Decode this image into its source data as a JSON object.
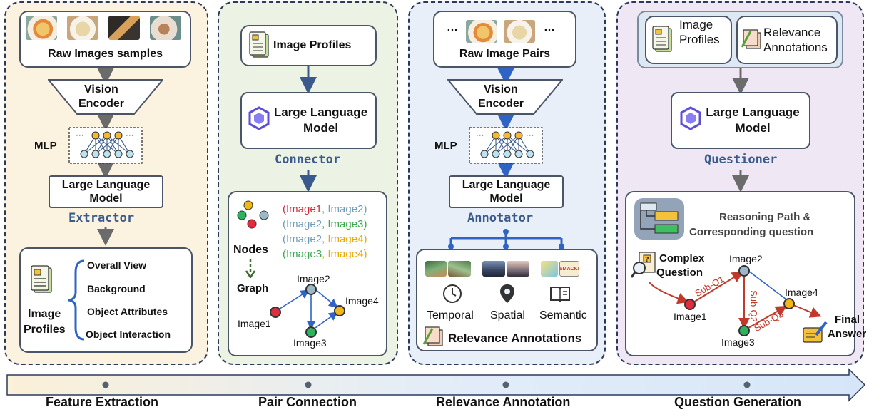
{
  "colors": {
    "panel1_bg": "#fbf3e0",
    "panel2_bg": "#ecf2e4",
    "panel3_bg": "#e8eff8",
    "panel4_bg": "#efe8f4",
    "border": "#2b3a5c",
    "role": "#3a5a8c",
    "red": "#c0392b"
  },
  "panel1": {
    "raw_samples": "Raw Images samples",
    "encoder": [
      "Vision",
      "Encoder"
    ],
    "mlp": "MLP",
    "llm": [
      "Large Language",
      "Model"
    ],
    "role": "Extractor",
    "profiles_title": [
      "Image",
      "Profiles"
    ],
    "profile_items": [
      "Overall View",
      "Background",
      "Object Attributes",
      "Object Interaction"
    ]
  },
  "panel2": {
    "image_profiles": "Image Profiles",
    "llm": [
      "Large Language",
      "Model"
    ],
    "role": "Connector",
    "pairs": [
      {
        "a": "Image1",
        "b": "Image2",
        "ca": "#d6283c",
        "cb": "#6e9bb8"
      },
      {
        "a": "Image2",
        "b": "Image3",
        "ca": "#6e9bb8",
        "cb": "#3aa650"
      },
      {
        "a": "Image2",
        "b": "Image4",
        "ca": "#6e9bb8",
        "cb": "#e8a800"
      },
      {
        "a": "Image3",
        "b": "Image4",
        "ca": "#3aa650",
        "cb": "#e8a800"
      }
    ],
    "nodes": "Nodes",
    "graph": "Graph",
    "graph_nodes": [
      "Image1",
      "Image2",
      "Image3",
      "Image4"
    ],
    "punct": {
      "open": "(",
      "comma": ", ",
      "close": ")"
    }
  },
  "panel3": {
    "ellipsis": "…",
    "raw_pairs": "Raw Image Pairs",
    "encoder": [
      "Vision",
      "Encoder"
    ],
    "mlp": "MLP",
    "llm": [
      "Large Language",
      "Model"
    ],
    "role": "Annotator",
    "categories": [
      "Temporal",
      "Spatial",
      "Semantic"
    ],
    "relevance": "Relevance Annotations",
    "comic_text": "SMACK!"
  },
  "panel4": {
    "image_profiles": [
      "Image",
      "Profiles"
    ],
    "relevance": [
      "Relevance",
      "Annotations"
    ],
    "llm": [
      "Large Language",
      "Model"
    ],
    "role": "Questioner",
    "reasoning": [
      "Reasoning Path &",
      "Corresponding question"
    ],
    "complex": [
      "Complex",
      "Question"
    ],
    "nodes": [
      "Image1",
      "Image2",
      "Image3",
      "Image4"
    ],
    "subqs": [
      "Sub-Q1",
      "Sub-Q2",
      "Sub-Q3"
    ],
    "final": [
      "Final",
      "Answer"
    ]
  },
  "stages": [
    "Feature Extraction",
    "Pair Connection",
    "Relevance Annotation",
    "Question Generation"
  ]
}
